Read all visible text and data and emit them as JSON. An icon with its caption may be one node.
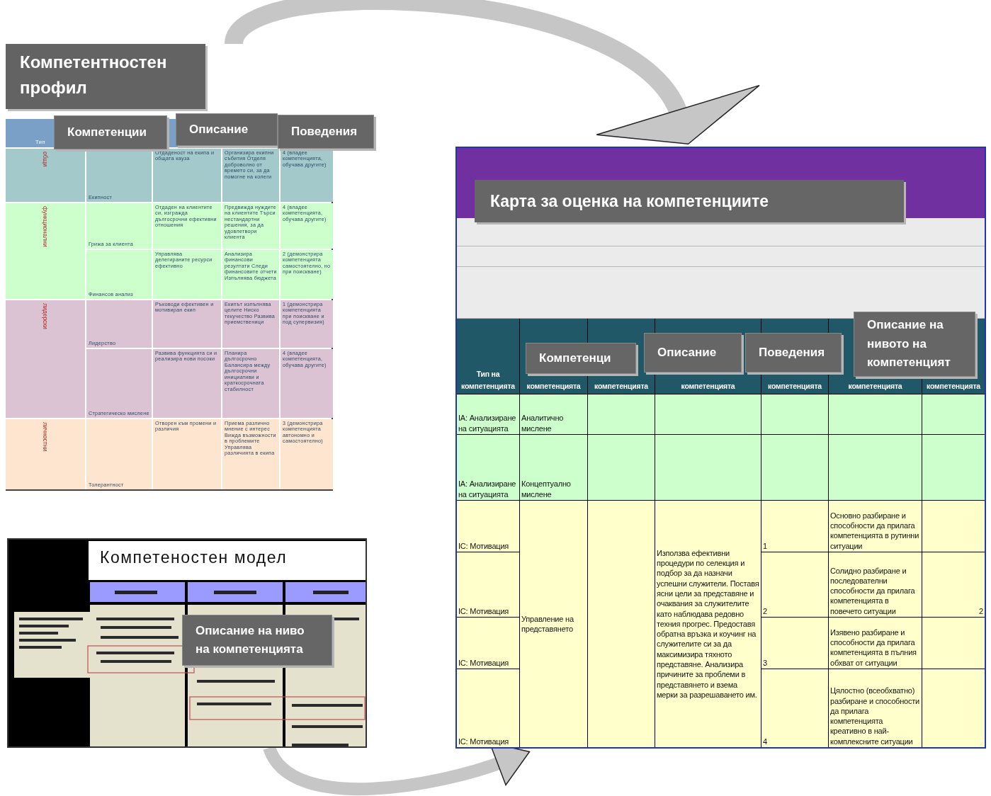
{
  "diagram": {
    "nodes": [
      {
        "text": [
          "Компетентностен профил"
        ]
      },
      {
        "text": [
          "Компетенции"
        ],
        "in": 0
      },
      {
        "text": [
          "Описание"
        ],
        "in": 0
      },
      {
        "text": [
          "Поведения"
        ],
        "in": 0
      },
      {
        "text": [
          "Карта за оценка на компетенциите"
        ]
      },
      {
        "text": [
          "Компетенци"
        ],
        "in": 4
      },
      {
        "text": [
          "Описание"
        ],
        "in": 4
      },
      {
        "text": [
          "Поведения"
        ],
        "in": 4
      },
      {
        "text": [
          "Описание на нивото на компетенцият"
        ],
        "in": 4
      },
      {
        "text": [
          "Компетеностен модел"
        ]
      },
      {
        "text": [
          "Описание на ниво на компетенцията"
        ],
        "in": 9
      }
    ],
    "edges": [
      {
        "from": 0,
        "to": 4,
        "arrow": "to"
      },
      {
        "from": 9,
        "to": 4,
        "arrow": "to"
      }
    ],
    "labels": [
      "Тип",
      "общи",
      "Екипност",
      "Отдаденост на екипа и общата кауза",
      "Организира екипни събития Отделя доброволно от времето си, за да помогне на колеги",
      "4 (владее компетенцията, обучава другите)",
      "функционални",
      "Грижа за клиента",
      "Отдаден на клиентите си, изгражда дългосрочни ефективни отношения",
      "Предвижда нуждите на клиентите Търси нестандартни решения, за да удовлетвори клиента",
      "4 (владее компетенцията, обучава другите)",
      "Финансов анализ",
      "Управлява делегираните ресурси ефективно",
      "Анализира финансови резултати Следи финансовите отчети Изпълнява бюджета",
      "2 (демонстрира компетенцията самостоятелно, но при поискване)",
      "лидерски",
      "Лидерство",
      "Ръководи ефективен и мотивиран екип",
      "Екипът изпълнява целите Ниско текучество Развива приемственици",
      "1 (демонстрира компетенцията при поискване и под супервизия)",
      "Стратегическо мислене",
      "Развива функцията си и реализира нови посоки",
      "Планира дългосрочно Балансира между дългосрочни инициативи и краткосрочната стабилност",
      "4 (владее компетенцията, обучава другите)",
      "личностни",
      "Толерантност",
      "Отворен към промени и различия",
      "Приема различно мнение с интерес Вижда възможности в проблемите Управлява различията в екипа",
      "3 (демонстрира компетенцията автономно и самостоятелно)",
      "Тип на компетенцията",
      "компетенцията",
      "компетенцията",
      "компетенцията",
      "компетенцията",
      "компетенцията",
      "компетенцията",
      "IA: Анализиране на ситуацията",
      "Аналитично мислене",
      "IA: Анализиране на ситуацията",
      "Концептуално мислене",
      "IC: Мотивация",
      "Управление на представянето",
      "Използва ефективни процедури по селекция и подбор за да назначи успешни служители. Поставя ясни цели за представяне и очаквания за служителите като наблюдава редовно техния прогрес. Предоставя обратна връзка и коучинг на служителите си за да максимизира тяхното представяне. Анализира причините за проблеми в представянето и взема мерки за разрешаването им.",
      "1",
      "Основно разбиране и способности да прилага компетенцията в рутинни ситуации",
      "IC: Мотивация",
      "2",
      "Солидно разбиране и последователни способности да прилага компетенцията в повечето ситуации",
      "2",
      "IC: Мотивация",
      "3",
      "Изявено разбиране и способности да прилага компетенцията в пълния обхват от ситуации",
      "IC: Мотивация",
      "4",
      "Цялостно (всеобхватно) разбиране и способности да прилага компетенцията креативно в най-комплексните ситуации"
    ]
  }
}
